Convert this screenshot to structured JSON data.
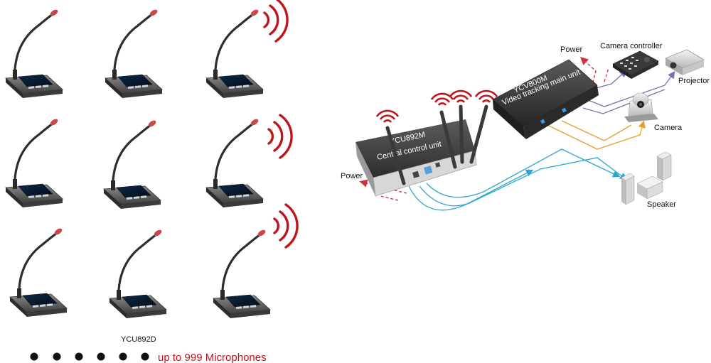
{
  "labels": {
    "power_top": "Power",
    "camera_controller": "Camera controller",
    "projector": "Projector",
    "camera": "Camera",
    "speaker": "Speaker",
    "power_left": "Power",
    "main_unit_model": "YCV800M",
    "main_unit_desc": "Video tracking main unit",
    "central_model": "YCU892M",
    "central_desc": "Central control unit",
    "delegate_model": "YCU892D",
    "mic_count": "up  to 999 Microphones"
  },
  "colors": {
    "wifi_red": "#c0141c",
    "power_red": "#d22e3a",
    "video_purple": "#7a6fb0",
    "camera_orange": "#e3a12a",
    "audio_blue": "#2fa6cf",
    "device_dark": "#3a3a3a",
    "mic_tip": "#c9474a"
  },
  "microphone_units": {
    "count_shown": 9,
    "wireless_indicator_units": 3
  },
  "dots_count": 6
}
